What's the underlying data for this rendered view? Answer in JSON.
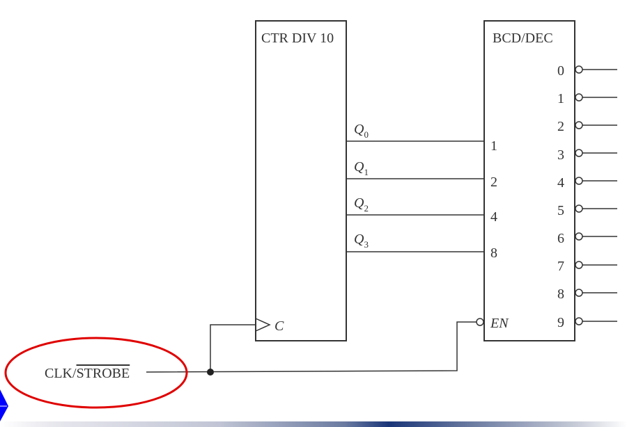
{
  "counter": {
    "title": "CTR DIV 10",
    "outputs": [
      {
        "name": "Q",
        "sub": "0"
      },
      {
        "name": "Q",
        "sub": "1"
      },
      {
        "name": "Q",
        "sub": "2"
      },
      {
        "name": "Q",
        "sub": "3"
      }
    ],
    "clock_label": "C"
  },
  "decoder": {
    "title": "BCD/DEC",
    "inputs": [
      "1",
      "2",
      "4",
      "8"
    ],
    "enable_label": "EN",
    "outputs": [
      "0",
      "1",
      "2",
      "3",
      "4",
      "5",
      "6",
      "7",
      "8",
      "9"
    ]
  },
  "clock_signal": {
    "label_left": "CLK/",
    "label_bar": "STROBE"
  },
  "colors": {
    "line": "#333333",
    "highlight_ellipse": "#e00000",
    "nav_arrow": "#0000ff",
    "bottom_bar_accent": "#1a3578"
  }
}
